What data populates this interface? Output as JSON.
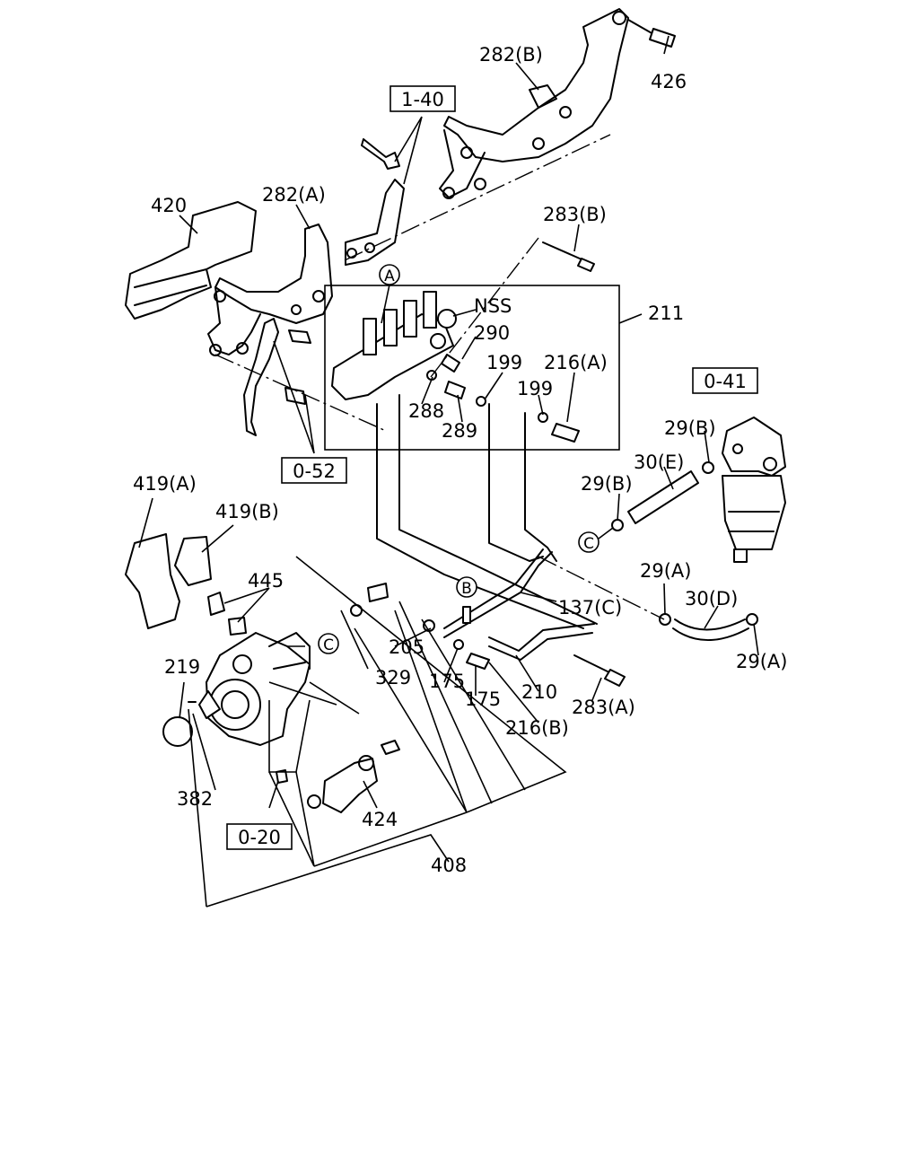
{
  "diagram": {
    "labels": {
      "l282b": "282(B)",
      "l426": "426",
      "l282a": "282(A)",
      "l420": "420",
      "l283b": "283(B)",
      "l211": "211",
      "lnss": "NSS",
      "l290": "290",
      "l199a": "199",
      "l216a": "216(A)",
      "l199b": "199",
      "l288": "288",
      "l289": "289",
      "l29b_top": "29(B)",
      "l30e": "30(E)",
      "l29b_left": "29(B)",
      "l419a": "419(A)",
      "l419b": "419(B)",
      "l445": "445",
      "l137c": "137(C)",
      "l29a_top": "29(A)",
      "l30d": "30(D)",
      "l29a_bot": "29(A)",
      "l219": "219",
      "l205": "205",
      "l329": "329",
      "l175a": "175",
      "l175b": "175",
      "l210": "210",
      "l283a": "283(A)",
      "l216b": "216(B)",
      "l382": "382",
      "l424": "424",
      "l408": "408"
    },
    "boxed_refs": {
      "r140": "1-40",
      "r052": "0-52",
      "r041": "0-41",
      "r020": "0-20"
    },
    "callouts": {
      "ca": "A",
      "cb": "B",
      "cc1": "C",
      "cc2": "C"
    }
  }
}
